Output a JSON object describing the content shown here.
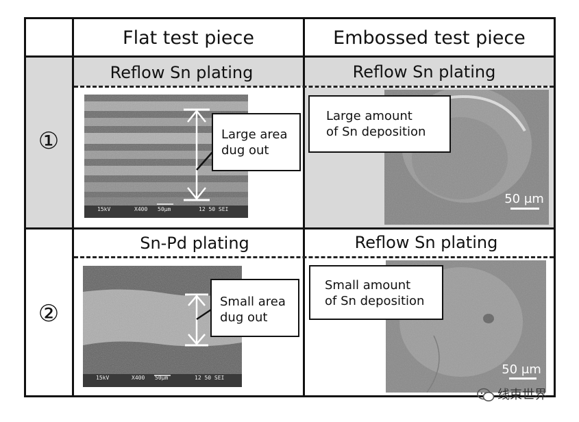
{
  "header": {
    "col_flat": "Flat test piece",
    "col_embossed": "Embossed test piece"
  },
  "rows": [
    {
      "label": "①",
      "flat": {
        "plating": "Reflow Sn plating",
        "callout": [
          "Large area",
          "dug out"
        ],
        "sem_info": [
          "15kV",
          "X400",
          "50μm",
          "12 50 SEI"
        ]
      },
      "embossed": {
        "plating": "Reflow Sn plating",
        "callout": [
          "Large amount",
          "of Sn deposition"
        ],
        "scale": "50 μm"
      }
    },
    {
      "label": "②",
      "flat": {
        "plating": "Sn-Pd plating",
        "callout": [
          "Small area",
          "dug out"
        ],
        "sem_info": [
          "15kV",
          "X400",
          "50μm",
          "12 50 SEI"
        ]
      },
      "embossed": {
        "plating": "Reflow Sn plating",
        "callout": [
          "Small amount",
          "of Sn deposition"
        ],
        "scale": "50 μm"
      }
    }
  ],
  "watermark": "线束世界",
  "colors": {
    "shaded_cell": "#d9d9d9",
    "border": "#111111",
    "sem_dark": "#5a5a5a",
    "sem_light": "#9a9a9a"
  }
}
